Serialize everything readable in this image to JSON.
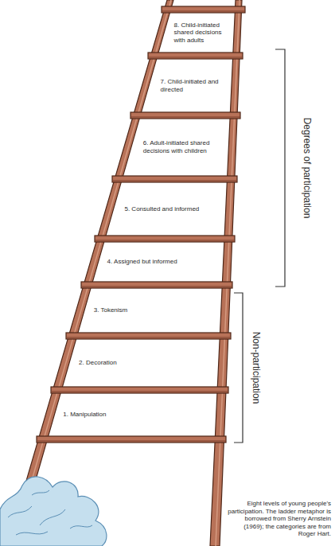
{
  "diagram": {
    "caption": "Eight levels of young people's participation. The ladder metaphor is borrowed from Sherry Arnstein (1969); the categories are from Roger Hart.",
    "labels": [
      "8. Child-initiated shared decisions with adults",
      "7. Child-initiated and directed",
      "6. Adult-initiated shared decisions with children",
      "5. Consulted and informed",
      "4. Assigned but informed",
      "3. Tokenism",
      "2. Decoration",
      "1. Manipulation",
      "Degrees of participation",
      "Non-participation"
    ]
  }
}
